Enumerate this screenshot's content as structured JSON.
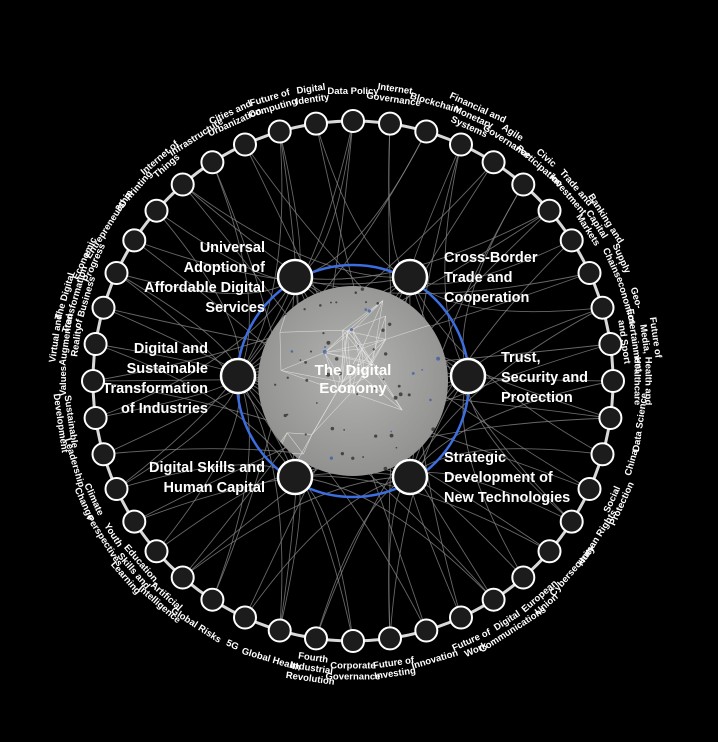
{
  "center": {
    "title_lines": [
      "The Digital",
      "Economy"
    ]
  },
  "colors": {
    "background": "#000000",
    "ring": "#d8d8d8",
    "node_fill": "#1c1c1c",
    "node_stroke": "#ffffff",
    "core_ring": "#3c6ee0",
    "link": "#8a8a8a",
    "core_fill": "#a9a9a7"
  },
  "hubs": [
    {
      "id": "h1",
      "lines": [
        "Universal",
        "Adoption of",
        "Affordable Digital",
        "Services"
      ],
      "align": "end"
    },
    {
      "id": "h2",
      "lines": [
        "Cross-Border",
        "Trade and",
        "Cooperation"
      ],
      "align": "start"
    },
    {
      "id": "h3",
      "lines": [
        "Digital and",
        "Sustainable",
        "Transformation",
        "of Industries"
      ],
      "align": "end"
    },
    {
      "id": "h4",
      "lines": [
        "Trust,",
        "Security and",
        "Protection"
      ],
      "align": "start"
    },
    {
      "id": "h5",
      "lines": [
        "Digital Skills and",
        "Human Capital"
      ],
      "align": "end"
    },
    {
      "id": "h6",
      "lines": [
        "Strategic",
        "Development of",
        "New Technologies"
      ],
      "align": "start"
    }
  ],
  "topics": [
    "Data Policy",
    "Internet Governance",
    "Blockchain",
    "Financial and Monetary Systems",
    "Agile Governance",
    "Civic Participation",
    "Trade and Investment",
    "Banking and Capital Markets",
    "Supply Chains",
    "Geo-economics",
    "Future of Media, Entertainment and Sport",
    "Health and Healthcare",
    "Data Science",
    "China",
    "Social Protection",
    "Human Rights",
    "Cybersecurity",
    "European Union",
    "Digital Communications",
    "Future of Work",
    "Innovation",
    "Future of Investing",
    "Corporate Governance",
    "Fourth Industrial Revolution",
    "Global Health",
    "5G",
    "Global Risks",
    "Artificial Intelligence",
    "Education, Skills and Learning",
    "Youth Perspectives",
    "Climate Change",
    "Leadership",
    "Sustainable Development",
    "Values",
    "Virtual and Augmented Reality",
    "The Digital Transformation of Business",
    "Economic Progress",
    "Entrepreneurship",
    "3D Printing",
    "Internet of Things",
    "Infrastructure",
    "Cities and Urbanization",
    "Future of Computing",
    "Digital Identity"
  ]
}
